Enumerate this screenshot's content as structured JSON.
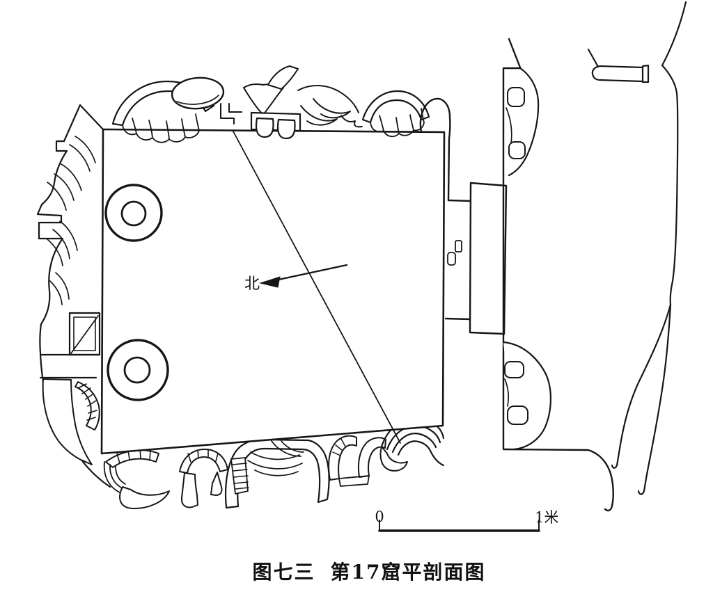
{
  "colors": {
    "ink": "#161616",
    "paper": "#ffffff"
  },
  "labels": {
    "north": "北",
    "scale_start": "0",
    "scale_end": "1米"
  },
  "caption": {
    "figure_number": "图七三",
    "title": "第17窟平剖面图"
  }
}
